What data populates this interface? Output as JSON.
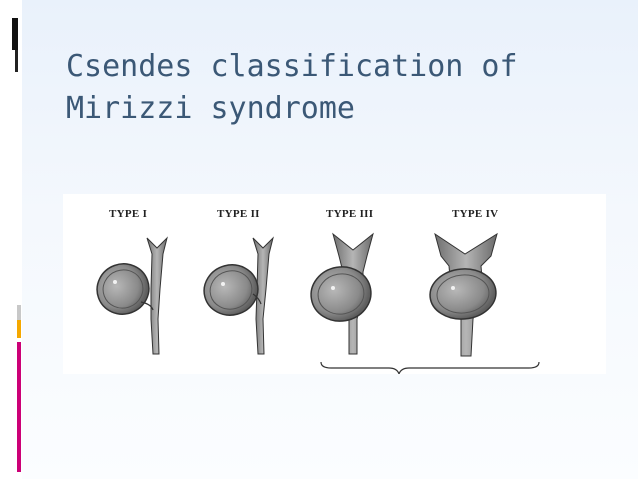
{
  "slide": {
    "title": "Csendes classification of Mirizzi syndrome"
  },
  "figure": {
    "labels": [
      "TYPE I",
      "TYPE II",
      "TYPE III",
      "TYPE IV"
    ]
  },
  "colors": {
    "title": "#3b5876",
    "accent_magenta": "#cc0077",
    "accent_orange": "#f5a800",
    "accent_black": "#111111"
  }
}
